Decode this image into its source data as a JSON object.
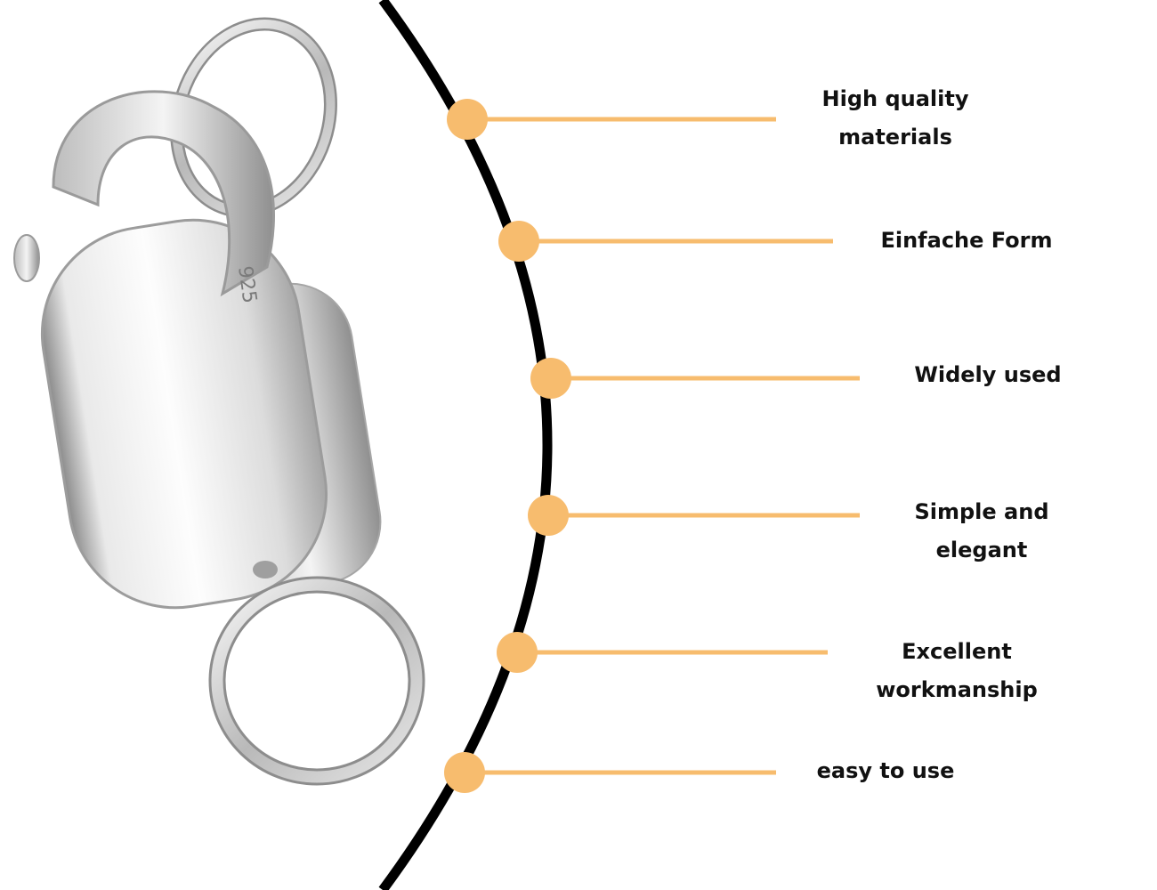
{
  "colors": {
    "accent": "#F7BC6E",
    "arc": "#000000",
    "text": "#111111",
    "metal_light": "#FAFAFA",
    "metal_mid": "#D6D6D6",
    "metal_dark": "#9A9A9A"
  },
  "product": {
    "icon": "lobster-clasp-icon",
    "engraving": "925"
  },
  "features": [
    {
      "lines": [
        "High quality",
        "materials"
      ]
    },
    {
      "lines": [
        "Einfache Form"
      ]
    },
    {
      "lines": [
        "Widely used"
      ]
    },
    {
      "lines": [
        "Simple and",
        "elegant"
      ]
    },
    {
      "lines": [
        "Excellent",
        "workmanship"
      ]
    },
    {
      "lines": [
        "easy to use"
      ]
    }
  ]
}
